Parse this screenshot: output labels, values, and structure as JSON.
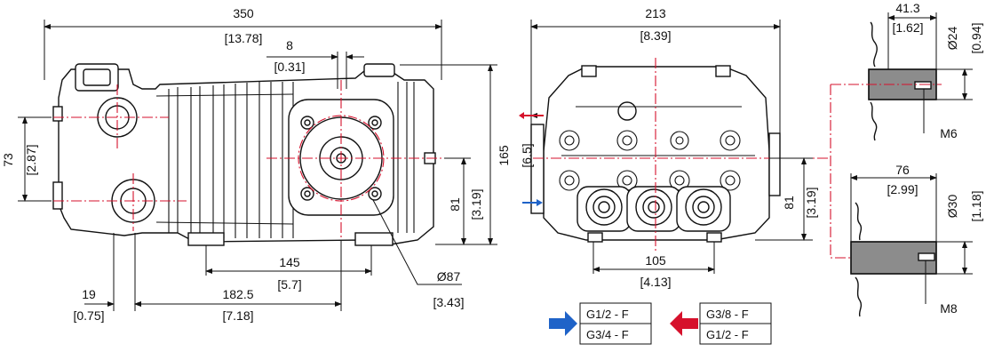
{
  "side_view": {
    "length": "350",
    "length_in": "[13.78]",
    "shaft_offset": "8",
    "shaft_offset_in": "[0.31]",
    "port_spacing": "73",
    "port_spacing_in": "[2.87]",
    "height": "165",
    "height_in": "[6.5]",
    "shaft_height": "81",
    "shaft_height_in": "[3.19]",
    "foot_spacing": "145",
    "foot_spacing_in": "[5.7]",
    "port_offset": "19",
    "port_offset_in": "[0.75]",
    "base_length": "182.5",
    "base_length_in": "[7.18]",
    "flange_dia": "Ø87",
    "flange_dia_in": "[3.43]"
  },
  "end_view": {
    "width": "213",
    "width_in": "[8.39]",
    "shaft_height": "81",
    "shaft_height_in": "[3.19]",
    "foot_spacing": "105",
    "foot_spacing_in": "[4.13]"
  },
  "shaft_top": {
    "length": "41.3",
    "length_in": "[1.62]",
    "dia": "Ø24",
    "dia_in": "[0.94]",
    "thread": "M6"
  },
  "shaft_bottom": {
    "length": "76",
    "length_in": "[2.99]",
    "dia": "Ø30",
    "dia_in": "[1.18]",
    "thread": "M8"
  },
  "ports": {
    "inlet": [
      "G1/2 - F",
      "G3/4 - F"
    ],
    "outlet": [
      "G3/8 - F",
      "G1/2 - F"
    ]
  },
  "colors": {
    "inlet_arrow": "#1f63c8",
    "outlet_arrow": "#d6112c",
    "centerline": "#d6112c"
  }
}
